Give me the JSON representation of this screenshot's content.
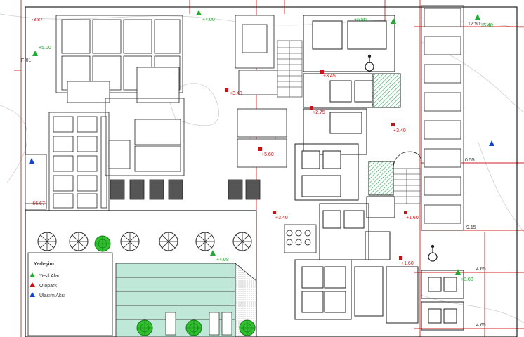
{
  "colors": {
    "line": "#222222",
    "red_grid": "#d42020",
    "green_mark": "#22aa33",
    "blue_mark": "#1144cc",
    "hatch": "#2aa85a",
    "tree": "#2fbf2f",
    "paving": "#bfe8d8"
  },
  "labels": {
    "top_left_level": "-3.87",
    "top_right_dim": "12.50",
    "dim_mid_right": "0.55",
    "dim_lower_right_a": "9.15",
    "dim_lower_right_b": "4.65",
    "dim_lower_right_c": "4.65",
    "green_top_center": "+4.00",
    "green_top_right": "+5.90",
    "green_right_edge": "+5.48",
    "green_left_top": "+5.00",
    "green_center_bottom": "+4.08",
    "green_right_bottom": "+8.08",
    "red_mid_a": "+3.40",
    "red_mid_b": "+2.75",
    "red_mid_c": "+3.45",
    "red_right_a": "+3.40",
    "red_center_a": "+5.60",
    "red_center_b": "+3.40",
    "red_lower_a": "+1.60",
    "red_lower_b": "+1.60",
    "level_left": "-66.67",
    "level_left_b": "F-01",
    "legend_title": "Yerleşim"
  },
  "legend": {
    "items": [
      "Yeşil Alan",
      "Otopark",
      "Ulaşım Aksı"
    ]
  }
}
